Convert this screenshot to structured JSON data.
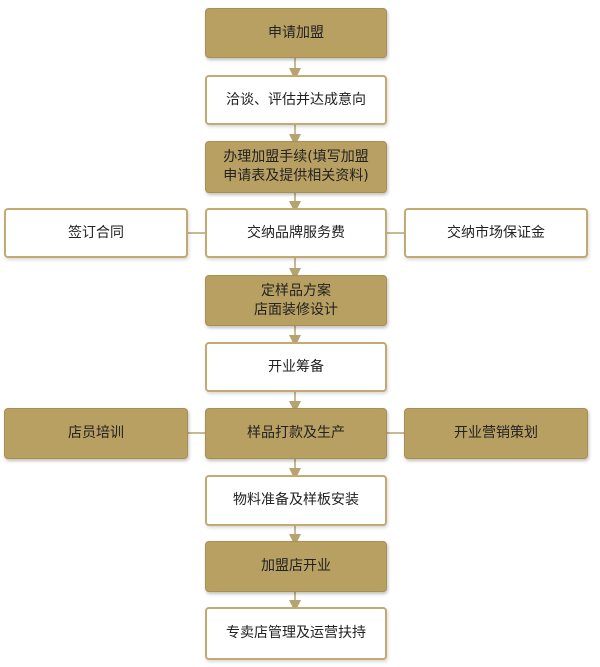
{
  "colors": {
    "gold_fill": "#b8a062",
    "white_border": "#c2aa70",
    "connector": "#b5a372"
  },
  "flow": {
    "apply": "申请加盟",
    "negotiate": "洽谈、评估并达成意向",
    "procedures": "办理加盟手续(填写加盟\n申请表及提供相关资料)",
    "brand_fee": "交纳品牌服务费",
    "sign_contract": "签订合同",
    "deposit": "交纳市场保证金",
    "sample_plan": "定样品方案\n店面装修设计",
    "prepare": "开业筹备",
    "produce": "样品打款及生产",
    "staff_training": "店员培训",
    "marketing": "开业营销策划",
    "materials": "物料准备及样板安装",
    "open": "加盟店开业",
    "support": "专卖店管理及运营扶持"
  }
}
